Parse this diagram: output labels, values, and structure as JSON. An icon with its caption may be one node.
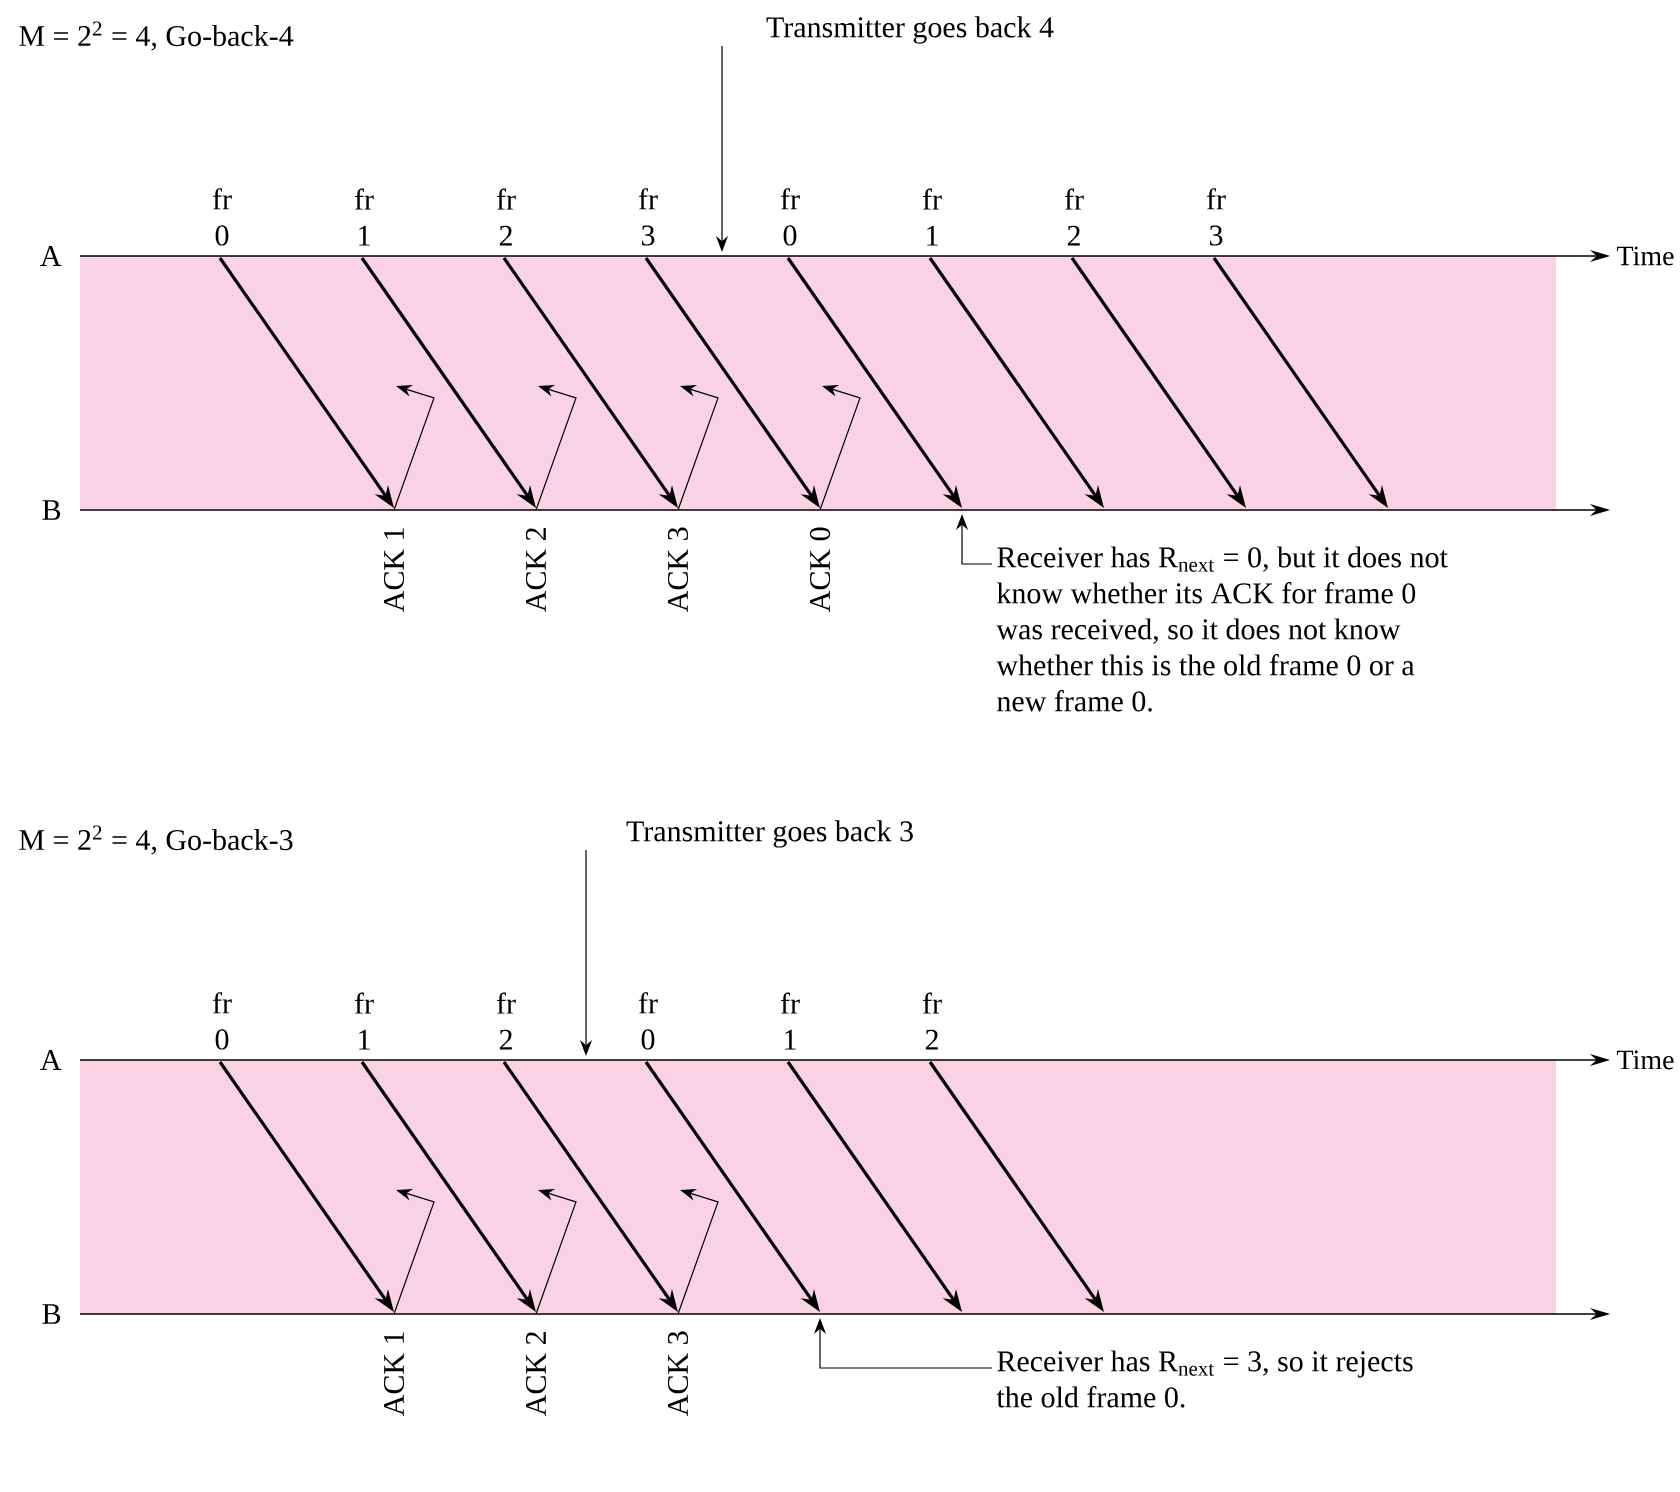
{
  "diagram": {
    "nodes": [
      {
        "text": [
          "Transmitter goes back 4"
        ]
      },
      {
        "text": [
          "Receiver has R$_{next}$ = 0, but it does not know whether its ACK for frame 0 was received, so it does not know whether this is the old frame 0 or a new frame 0."
        ]
      },
      {
        "text": [
          "Transmitter goes back 3"
        ]
      },
      {
        "text": [
          "Receiver has R$_{next}$ = 3, so it rejects the old frame 0."
        ]
      }
    ],
    "edges": [
      {
        "from": 0,
        "to": null,
        "arrow": "to"
      },
      {
        "from": 1,
        "to": null,
        "arrow": "to"
      },
      {
        "from": 2,
        "to": null,
        "arrow": "to"
      },
      {
        "from": 3,
        "to": null,
        "arrow": "to"
      }
    ],
    "labels": [
      "M = 2$^{2}$ = 4, Go-back-4",
      "fr 0",
      "fr 1",
      "fr 2",
      "fr 3",
      "fr 0",
      "fr 1",
      "fr 2",
      "fr 3",
      "A",
      "Time",
      "B",
      "ACK 1",
      "ACK 2",
      "ACK 3",
      "ACK 0",
      "M = 2$^{2}$ = 4, Go-back-3",
      "fr 0",
      "fr 1",
      "fr 2",
      "fr 0",
      "fr 1",
      "fr 2",
      "A",
      "Time",
      "B",
      "ACK 1",
      "ACK 2",
      "ACK 3"
    ]
  }
}
